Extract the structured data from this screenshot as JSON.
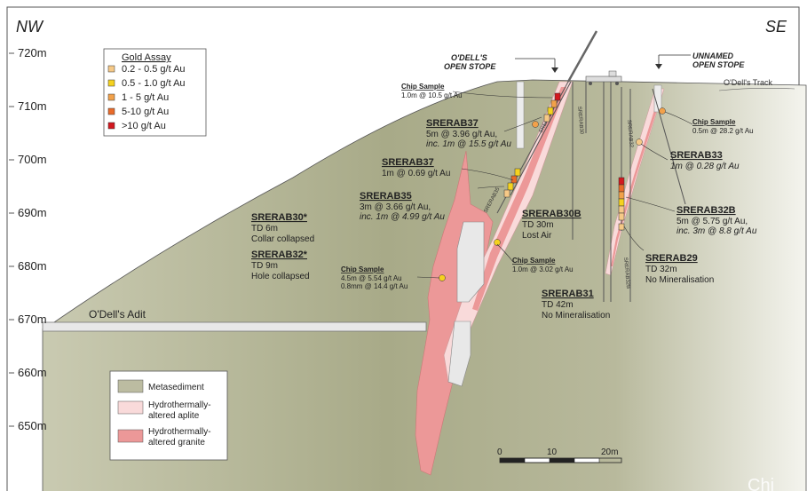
{
  "header": {
    "left": "NW",
    "right": "SE"
  },
  "elevations": [
    {
      "label": "720m",
      "value": 720
    },
    {
      "label": "710m",
      "value": 710
    },
    {
      "label": "700m",
      "value": 700
    },
    {
      "label": "690m",
      "value": 690
    },
    {
      "label": "680m",
      "value": 680
    },
    {
      "label": "670m",
      "value": 670
    },
    {
      "label": "660m",
      "value": 660
    },
    {
      "label": "650m",
      "value": 650
    }
  ],
  "legend_gold": {
    "title": "Gold Assay",
    "items": [
      {
        "label": "0.2 - 0.5 g/t Au",
        "color": "#f6c987"
      },
      {
        "label": "0.5 - 1.0 g/t Au",
        "color": "#f5d21f"
      },
      {
        "label": "1 - 5 g/t Au",
        "color": "#f2a14a"
      },
      {
        "label": "5-10 g/t Au",
        "color": "#e96b2a"
      },
      {
        "label": ">10 g/t Au",
        "color": "#d3181f"
      }
    ]
  },
  "legend_geology": {
    "items": [
      {
        "label": "Metasediment",
        "color": "#bcbca1"
      },
      {
        "label": "Hydrothermally-altered aplite",
        "line1": "Hydrothermally-",
        "line2": "altered aplite",
        "color": "#f9dada"
      },
      {
        "label": "Hydrothermally-altered granite",
        "line1": "Hydrothermally-",
        "line2": "altered granite",
        "color": "#ec9898"
      }
    ]
  },
  "stopes": {
    "odells": {
      "line1": "O'DELL'S",
      "line2": "OPEN STOPE"
    },
    "unnamed": {
      "line1": "UNNAMED",
      "line2": "OPEN STOPE"
    }
  },
  "track_label": "O'Dell's Track",
  "adit_label": "O'Dell's Adit",
  "holes": {
    "srerab37a": {
      "id": "SRERAB37",
      "l1": "5m @ 3.96 g/t Au,",
      "l2": "inc. 1m @ 15.5 g/t Au"
    },
    "srerab37b": {
      "id": "SRERAB37",
      "l1": "1m @ 0.69 g/t Au"
    },
    "srerab35": {
      "id": "SRERAB35",
      "l1": "3m @ 3.66 g/t Au,",
      "l2": "inc. 1m @ 4.99 g/t Au"
    },
    "srerab30": {
      "id": "SRERAB30*",
      "l1": "TD 6m",
      "l2": "Collar collapsed"
    },
    "srerab32": {
      "id": "SRERAB32*",
      "l1": "TD 9m",
      "l2": "Hole collapsed"
    },
    "srerab30b": {
      "id": "SRERAB30B",
      "l1": "TD 30m",
      "l2": "Lost Air"
    },
    "srerab31": {
      "id": "SRERAB31",
      "l1": "TD 42m",
      "l2": "No Mineralisation"
    },
    "srerab33": {
      "id": "SRERAB33",
      "l1": "1m @ 0.28 g/t Au"
    },
    "srerab32b": {
      "id": "SRERAB32B",
      "l1": "5m @ 5.75 g/t Au,",
      "l2": "inc. 3m @ 8.8 g/t Au"
    },
    "srerab29": {
      "id": "SRERAB29",
      "l1": "TD 32m",
      "l2": "No Mineralisation"
    }
  },
  "chip_samples": {
    "top": {
      "title": "Chip Sample",
      "l1": "1.0m @ 10.5 g/t Au"
    },
    "right": {
      "title": "Chip Sample",
      "l1": "0.5m @ 28.2 g/t Au"
    },
    "mid": {
      "title": "Chip Sample",
      "l1": "1.0m @ 3.02 g/t Au"
    },
    "left": {
      "title": "Chip Sample",
      "l1": "4.5m @ 5.54 g/t Au",
      "l2": "0.8mm @ 14.4 g/t Au"
    }
  },
  "hole_traces": [
    "SRERAB30",
    "SRERAB37",
    "SRERAB35",
    "SRERAB32",
    "SRERAB32B"
  ],
  "scale_bar": {
    "labels": [
      "0",
      "10",
      "20m"
    ]
  },
  "watermark": "Chi"
}
